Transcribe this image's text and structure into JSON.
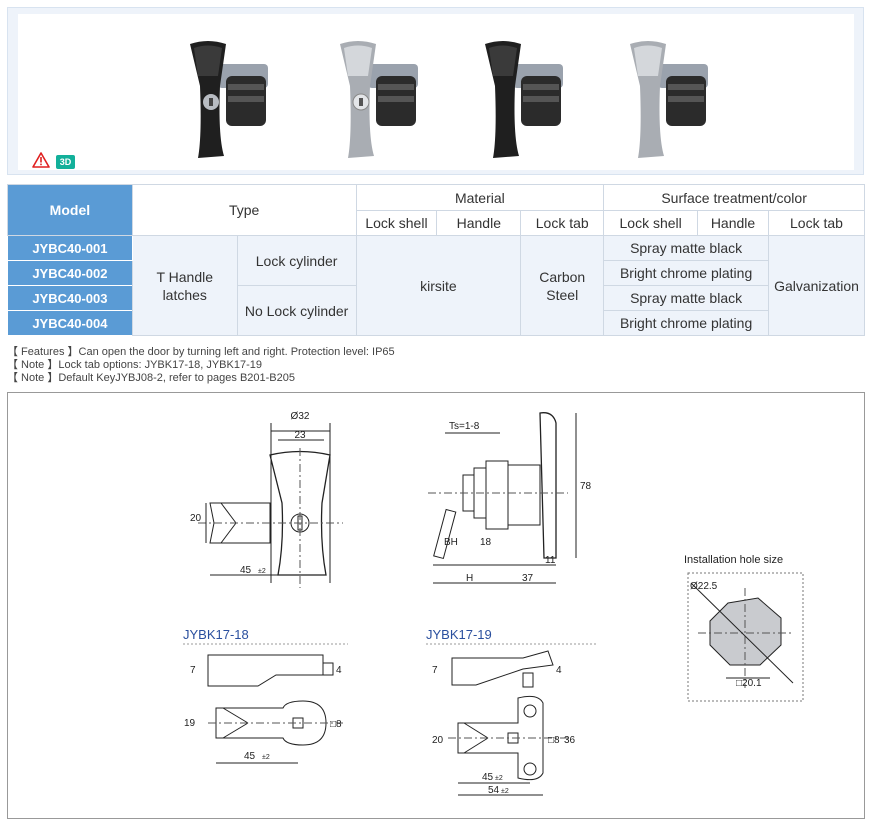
{
  "badges": {
    "three_d": "3D"
  },
  "icons": {
    "warning": "warning-triangle-icon"
  },
  "colors": {
    "header_blue": "#5a9bd5",
    "light_band": "#eef3fa",
    "badge_teal": "#12b09a"
  },
  "table": {
    "h_model": "Model",
    "h_type": "Type",
    "h_material": "Material",
    "h_surface": "Surface treatment/color",
    "sub_lock_shell": "Lock shell",
    "sub_handle": "Handle",
    "sub_lock_tab": "Lock tab",
    "sub_lock_shell2": "Lock shell",
    "sub_handle2": "Handle",
    "sub_lock_tab2": "Lock tab",
    "models": [
      "JYBC40-001",
      "JYBC40-002",
      "JYBC40-003",
      "JYBC40-004"
    ],
    "type_main": "T Handle latches",
    "type_lock": "Lock cylinder",
    "type_nolock": "No Lock cylinder",
    "material_shell_handle": "kirsite",
    "material_tab": "Carbon Steel",
    "finishes": [
      "Spray matte black",
      "Bright chrome plating",
      "Spray matte black",
      "Bright chrome plating"
    ],
    "lock_tab_finish": "Galvanization"
  },
  "notes": [
    "【 Features 】Can open the door by turning left and right. Protection level: IP65",
    "【 Note 】Lock tab options: JYBK17-18, JYBK17-19",
    "【 Note 】Default KeyJYBJ08-2, refer to pages B201-B205"
  ],
  "drawing": {
    "front": {
      "d32": "Ø32",
      "d23": "23",
      "d20": "20",
      "d45": "45",
      "tol": "±2"
    },
    "side": {
      "ts": "Ts=1-8",
      "d78": "78",
      "bh": "BH",
      "d18": "18",
      "d11": "11",
      "h": "H",
      "d37": "37"
    },
    "install": {
      "title": "Installation hole size",
      "dia": "Ø22.5",
      "sq": "□20.1"
    },
    "jybk17_18": {
      "label": "JYBK17-18",
      "d7": "7",
      "d4": "4",
      "d19": "19",
      "sq8": "□8",
      "d45": "45",
      "tol": "±2"
    },
    "jybk17_19": {
      "label": "JYBK17-19",
      "d7": "7",
      "d4": "4",
      "d20": "20",
      "sq8": "□8",
      "d36": "36",
      "d45": "45",
      "d54": "54",
      "tol": "±2"
    }
  }
}
